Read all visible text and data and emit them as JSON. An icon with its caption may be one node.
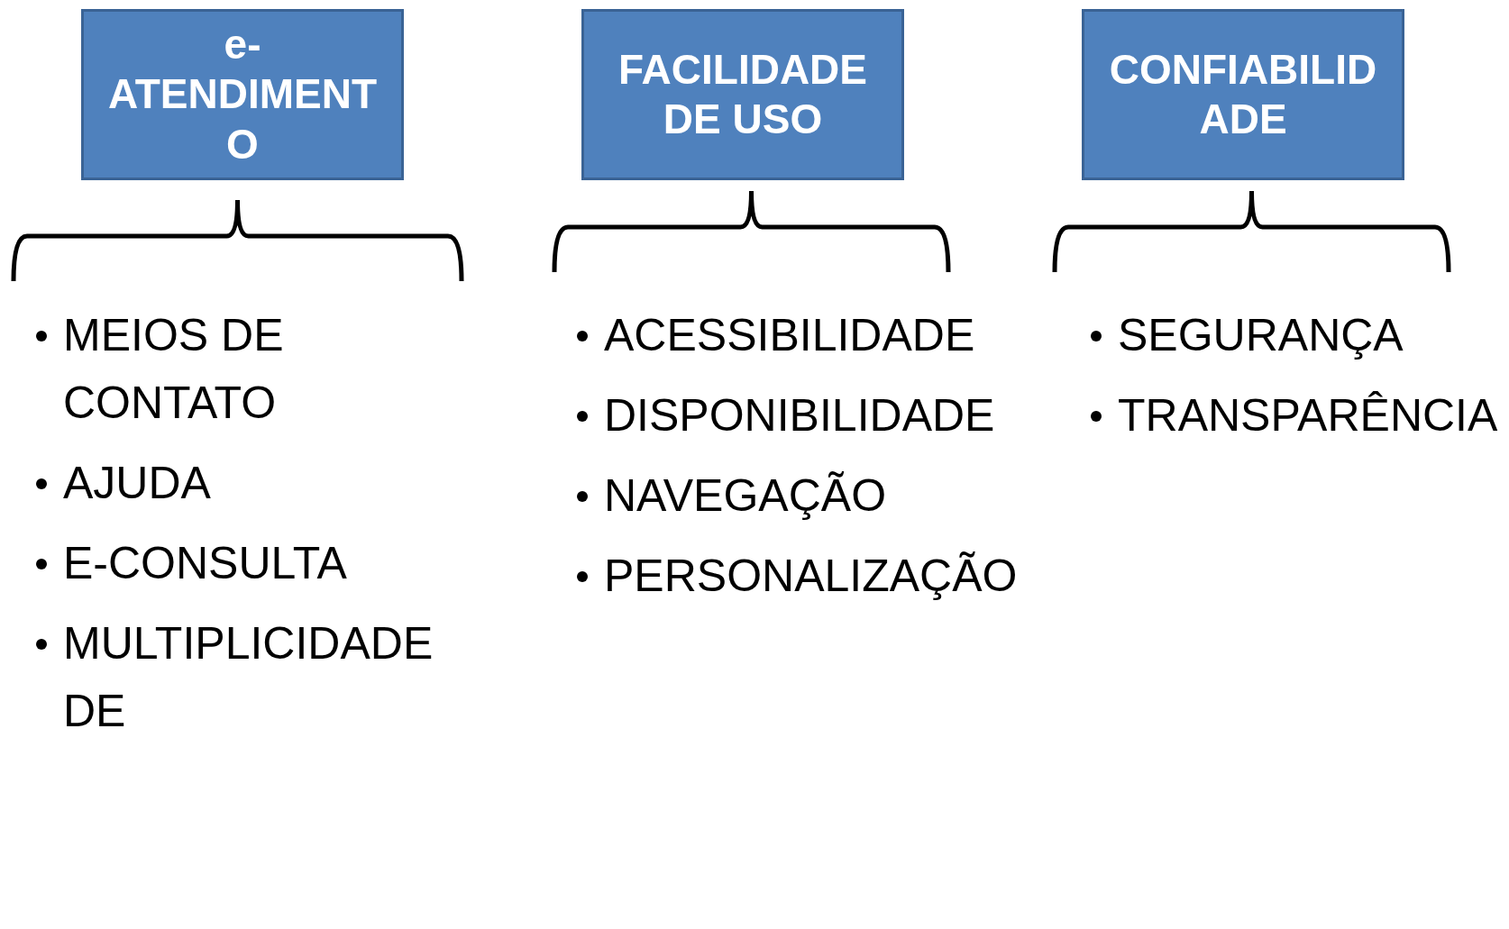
{
  "diagram": {
    "nodes": [
      {
        "text": [
          "e-ATENDIMENTO"
        ]
      },
      {
        "text": [
          "FACILIDADE DE USO"
        ]
      },
      {
        "text": [
          "CONFIABILIDADE"
        ]
      }
    ],
    "edges": [],
    "labels": [
      "MEIOS DE CONTATO",
      "AJUDA",
      "E-CONSULTA",
      "MULTIPLICIDADE DE",
      "ACESSIBILIDADE",
      "DISPONIBILIDADE",
      "NAVEGAÇÃO",
      "PERSONALIZAÇÃO",
      "SEGURANÇA",
      "TRANSPARÊNCIA"
    ]
  }
}
